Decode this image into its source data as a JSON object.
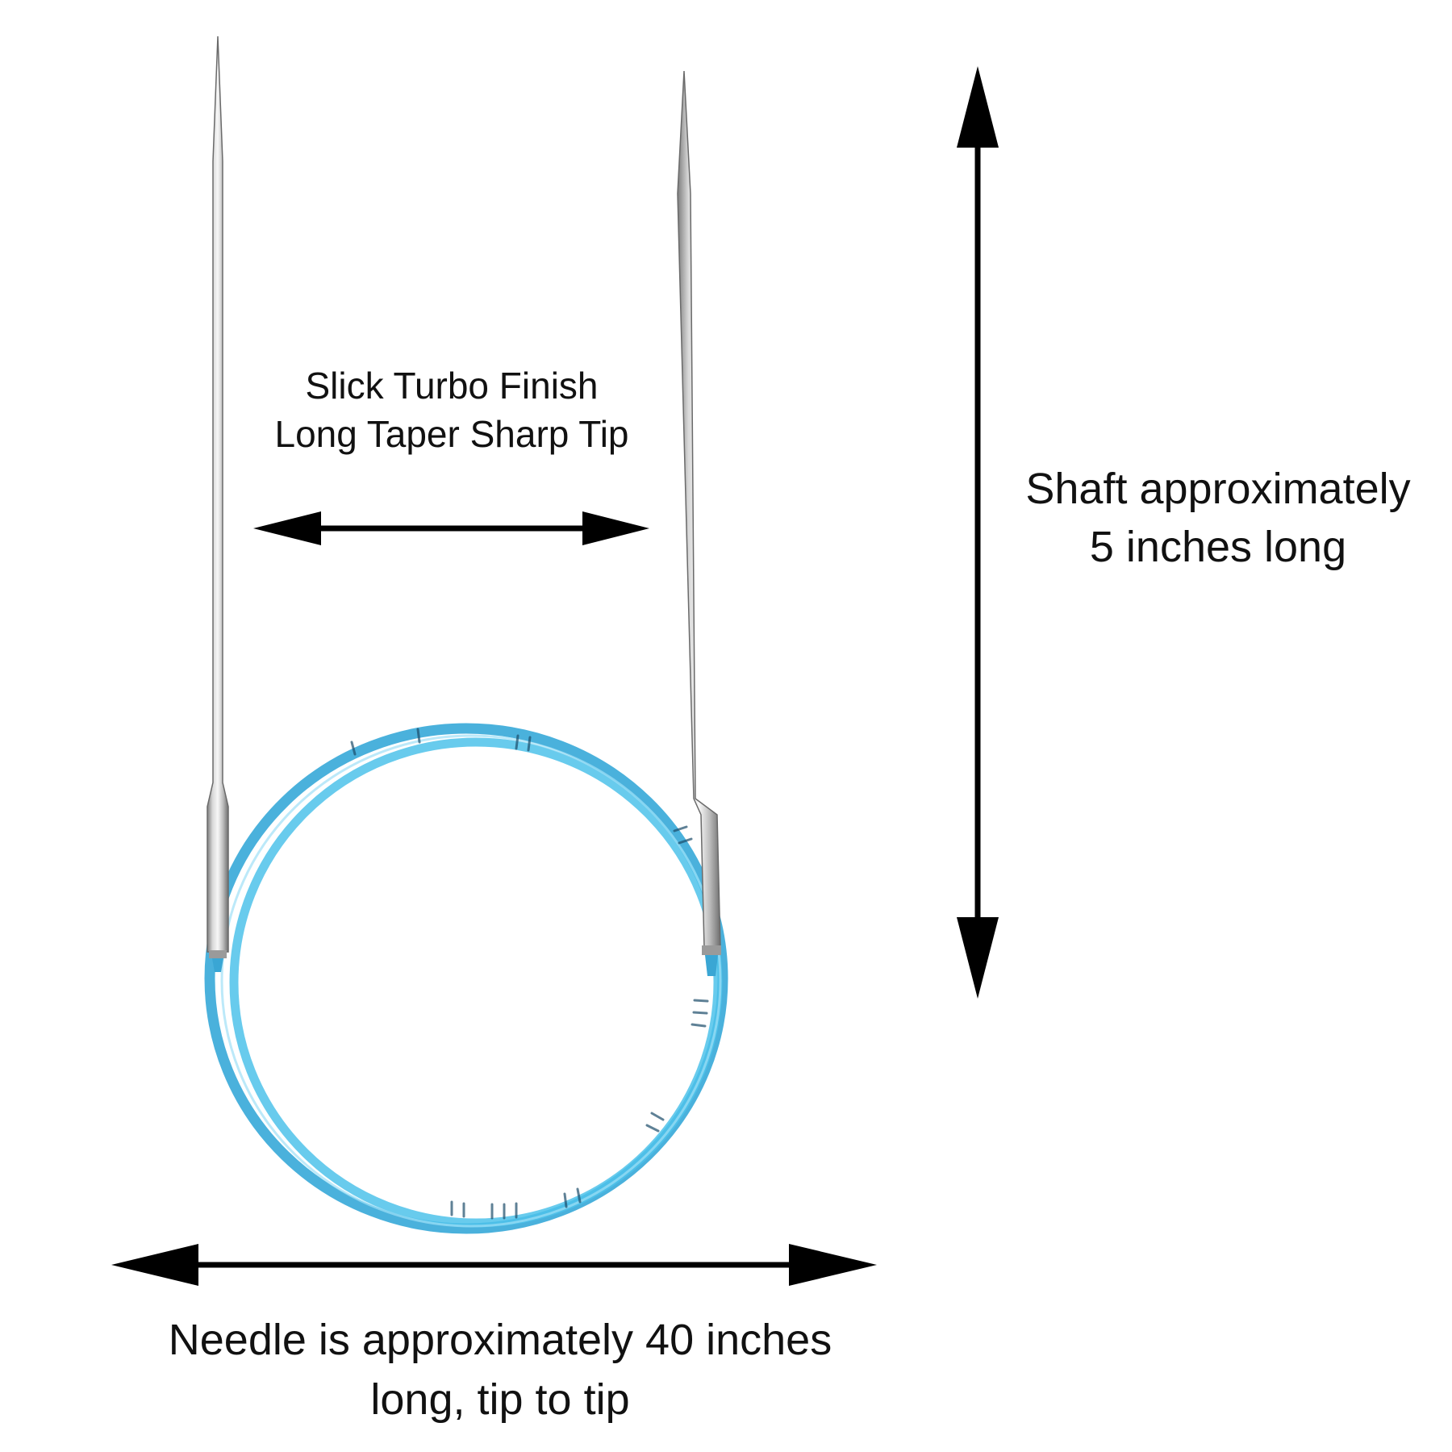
{
  "labels": {
    "taper": {
      "line1": "Slick Turbo Finish",
      "line2": "Long Taper Sharp Tip"
    },
    "shaft": {
      "line1": "Shaft approximately",
      "line2": "5 inches long"
    },
    "length": {
      "line1": "Needle is approximately 40 inches",
      "line2": "long, tip to tip"
    }
  },
  "colors": {
    "background": "#ffffff",
    "text": "#111111",
    "arrow": "#000000",
    "needle_metal": "#c9c9c9",
    "cable": "#3db4e0"
  },
  "icons": {
    "arrows": "double-headed-arrow",
    "needle": "circular-knitting-needle"
  }
}
